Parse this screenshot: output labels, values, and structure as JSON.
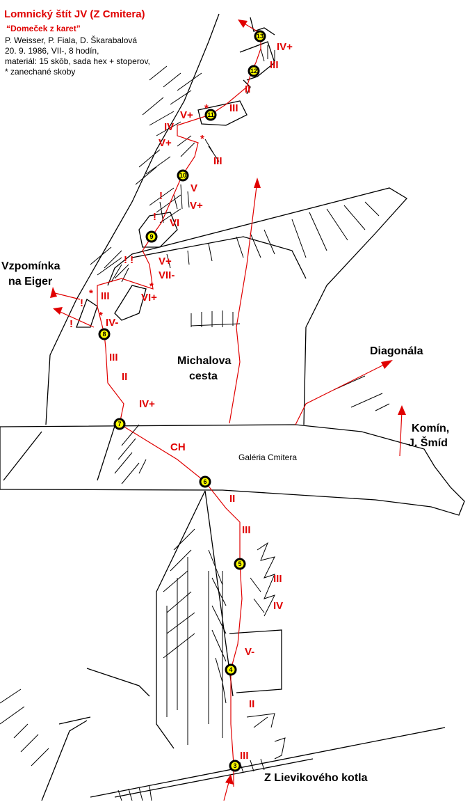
{
  "header": {
    "title": "Lomnický štít JV (Z Cmitera)",
    "subtitle": "“Domeček z karet”",
    "lines": [
      "P. Weisser, P. Fiala, D. Škarabalová",
      "20. 9. 1986, VII-, 8 hodín,",
      "materiál: 15 skôb, sada hex + stoperov,",
      "* zanechané skoby"
    ]
  },
  "labels": {
    "vzpominka_1": "Vzpomínka",
    "vzpominka_2": "na Eiger",
    "michalova_1": "Michalova",
    "michalova_2": "cesta",
    "diagonala": "Diagonála",
    "komin_1": "Komín,",
    "komin_2": "J. Šmíd",
    "galeria": "Galéria Cmitera",
    "lievikovy": "Z Lievikového kotla"
  },
  "belays": [
    "3",
    "4",
    "5",
    "6",
    "7",
    "8",
    "9",
    "10",
    "11",
    "12",
    "13"
  ],
  "grades": {
    "g13": "IV+",
    "g12": "III",
    "g12b": "II",
    "g11": "III",
    "g11b": "V+",
    "g_iv": "IV",
    "g_vp": "V+",
    "g_iii_r": "III",
    "g10a": "V",
    "g10b": "V+",
    "g_vi": "VI",
    "g9a": "V+",
    "g9b": "VII-",
    "g9c": "VI+",
    "g8a": "III",
    "g8b": "IV-",
    "g8c": "III",
    "g8d": "II",
    "g7": "IV+",
    "g_ch": "CH",
    "g6": "II",
    "g6b": "III",
    "g5a": "III",
    "g5b": "IV",
    "g4": "V-",
    "g4b": "II",
    "g3": "III"
  },
  "marks": {
    "excl": "!",
    "excl2": "! !",
    "star": "*"
  },
  "colors": {
    "route": "#e00000",
    "rock": "#000000",
    "belay_fill": "#ffff00"
  }
}
